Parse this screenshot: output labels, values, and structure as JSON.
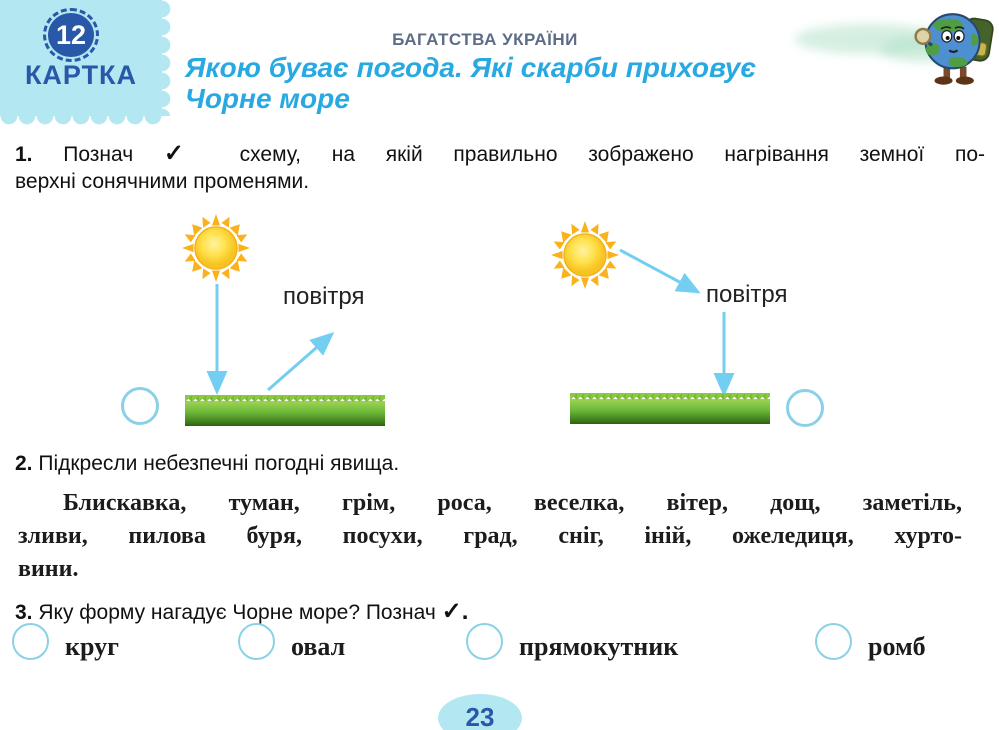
{
  "header": {
    "card_number": "12",
    "card_label": "КАРТКА",
    "section_title": "БАГАТСТВА УКРАЇНИ",
    "lesson_title": "Якою буває погода. Які скарби приховує Чорне море"
  },
  "tasks": {
    "task1": {
      "number": "1.",
      "text_before_check": "Познач",
      "checkmark": "✓",
      "line1_after_check": "схему, на якій правильно зображено нагрівання земної по-",
      "line2": "верхні сонячними променями."
    },
    "diagrams": {
      "left": {
        "air_label": "повітря"
      },
      "right": {
        "air_label": "повітря"
      }
    },
    "task2": {
      "number": "2.",
      "text": "Підкресли небезпечні погодні явища.",
      "lines": [
        "Блискавка, туман, грім, роса, веселка, вітер, дощ, заметіль,",
        "зливи, пилова буря, посухи, град, сніг, іній, ожеледиця, хурто-",
        "вини."
      ]
    },
    "task3": {
      "number": "3.",
      "text": "Яку форму нагадує Чорне море? Познач",
      "checkmark": "✓.",
      "options": [
        {
          "label": "круг"
        },
        {
          "label": "овал"
        },
        {
          "label": "прямокутник"
        },
        {
          "label": "ромб"
        }
      ]
    }
  },
  "footer": {
    "page_number": "23"
  },
  "colors": {
    "stamp_background": "#b3e7f2",
    "dark_blue": "#2a58a8",
    "section_title_gray": "#5d6c87",
    "lesson_title_cyan": "#29a9e1",
    "arrow_blue": "#74cef2",
    "checkbox_stroke": "#8ad1e8",
    "grass_green": "#6db838",
    "sun_yellow": "#fcd116",
    "sun_ray_orange": "#f9b21c"
  }
}
